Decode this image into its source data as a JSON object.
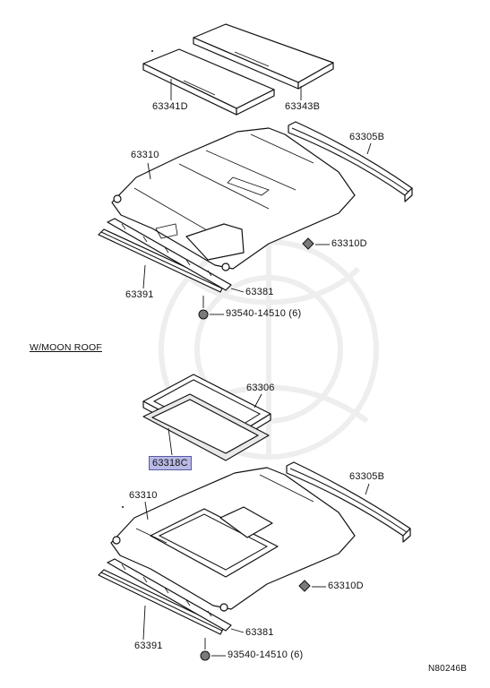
{
  "section_label": "W/MOON ROOF",
  "diagram_id": "N80246B",
  "parts_top": {
    "sunvisor_panel_a": "63341D",
    "sunvisor_panel_b": "63343B",
    "roof_rail": "63305B",
    "headliner": "63310",
    "clip": "63310D",
    "front_garnish": "63391",
    "garnish_retainer": "63381",
    "screw": "93540-14510 (6)"
  },
  "parts_bottom": {
    "moonroof_frame": "63306",
    "moonroof_seal": "63318C",
    "roof_rail": "63305B",
    "headliner": "63310",
    "clip": "63310D",
    "front_garnish": "63391",
    "garnish_retainer": "63381",
    "screw": "93540-14510 (6)"
  },
  "highlighted_part": "63318C"
}
